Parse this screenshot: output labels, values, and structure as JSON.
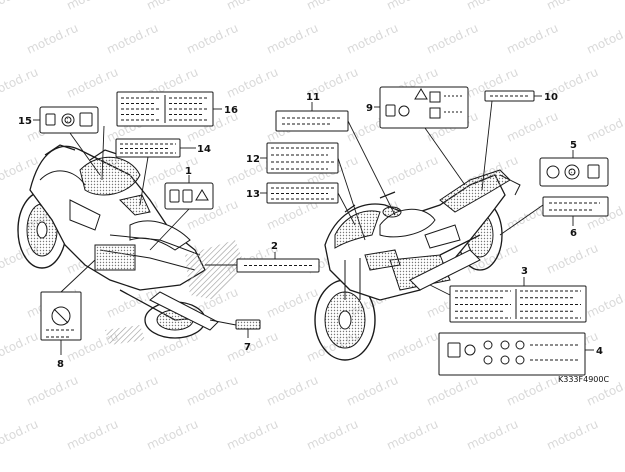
{
  "watermark": {
    "text": "motod.ru"
  },
  "diagram_code": "K333F4900C",
  "callouts": [
    {
      "id": "1",
      "label": "1"
    },
    {
      "id": "2",
      "label": "2"
    },
    {
      "id": "3",
      "label": "3"
    },
    {
      "id": "4",
      "label": "4"
    },
    {
      "id": "5",
      "label": "5"
    },
    {
      "id": "6",
      "label": "6"
    },
    {
      "id": "7",
      "label": "7"
    },
    {
      "id": "8",
      "label": "8"
    },
    {
      "id": "9",
      "label": "9"
    },
    {
      "id": "10",
      "label": "10"
    },
    {
      "id": "11",
      "label": "11"
    },
    {
      "id": "12",
      "label": "12"
    },
    {
      "id": "13",
      "label": "13"
    },
    {
      "id": "14",
      "label": "14"
    },
    {
      "id": "15",
      "label": "15"
    },
    {
      "id": "16",
      "label": "16"
    }
  ],
  "colors": {
    "line": "#1a1a1a",
    "watermark": "#d9d9d9",
    "hatch": "#888888"
  }
}
